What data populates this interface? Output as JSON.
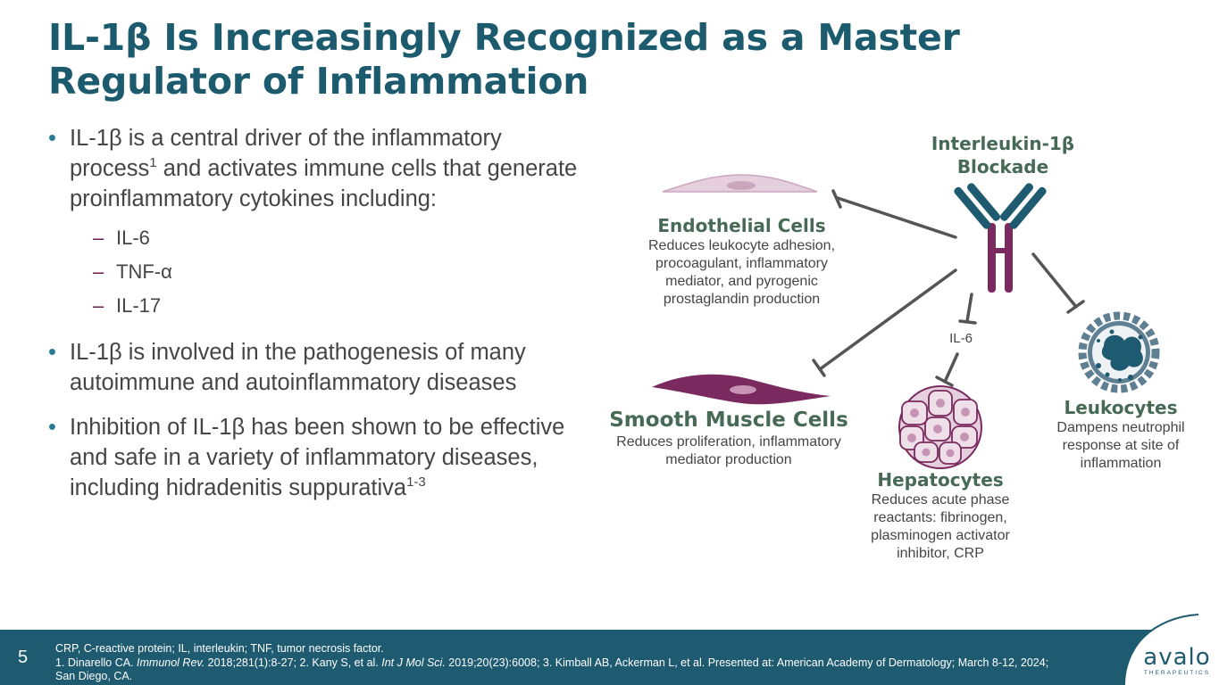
{
  "title": "IL-1β Is Increasingly Recognized as a Master Regulator of Inflammation",
  "bullets": {
    "b1_text": "IL-1β is a central driver of the inflammatory process",
    "b1_sup": "1",
    "b1_rest": " and activates immune cells that generate proinflammatory cytokines including:",
    "subitems": [
      "IL-6",
      "TNF-α",
      "IL-17"
    ],
    "b2": "IL-1β is involved in the pathogenesis of many autoimmune and autoinflammatory diseases",
    "b3_text": "Inhibition of IL-1β has been shown to be effective and safe in a variety of inflammatory diseases, including hidradenitis suppurativa",
    "b3_sup": "1-3"
  },
  "diagram": {
    "blockade_label": "Interleukin-1β Blockade",
    "il6_label": "IL-6",
    "endothelial": {
      "title": "Endothelial Cells",
      "desc": "Reduces leukocyte adhesion, procoagulant, inflammatory mediator, and pyrogenic prostaglandin production"
    },
    "smooth_muscle": {
      "title": "Smooth Muscle Cells",
      "desc": "Reduces proliferation, inflammatory mediator production"
    },
    "hepatocytes": {
      "title": "Hepatocytes",
      "desc": "Reduces acute phase reactants: fibrinogen, plasminogen activator inhibitor, CRP"
    },
    "leukocytes": {
      "title": "Leukocytes",
      "desc": "Dampens neutrophil response at site of inflammation"
    },
    "colors": {
      "antibody_teal": "#1e5a70",
      "antibody_purple": "#7a2a5e",
      "cell_pink": "#e5cfdd",
      "smooth_muscle": "#7a2a5e",
      "leukocyte": "#5f7f93",
      "line_gray": "#555555"
    }
  },
  "footer": {
    "page_number": "5",
    "abbreviations": "CRP, C-reactive protein; IL, interleukin; TNF, tumor necrosis factor.",
    "ref1_a": "1. Dinarello CA. ",
    "ref1_journal": "Immunol Rev.",
    "ref1_b": " 2018;281(1):8-27; 2. Kany S, et al. ",
    "ref2_journal": "Int J Mol Sci.",
    "ref2_b": " 2019;20(23):6008; 3. Kimball AB, Ackerman L, et al. Presented at: American Academy of Dermatology; March 8-12, 2024;",
    "ref_line3": "San Diego, CA."
  },
  "logo": {
    "name": "avalo",
    "subtitle": "THERAPEUTICS"
  }
}
